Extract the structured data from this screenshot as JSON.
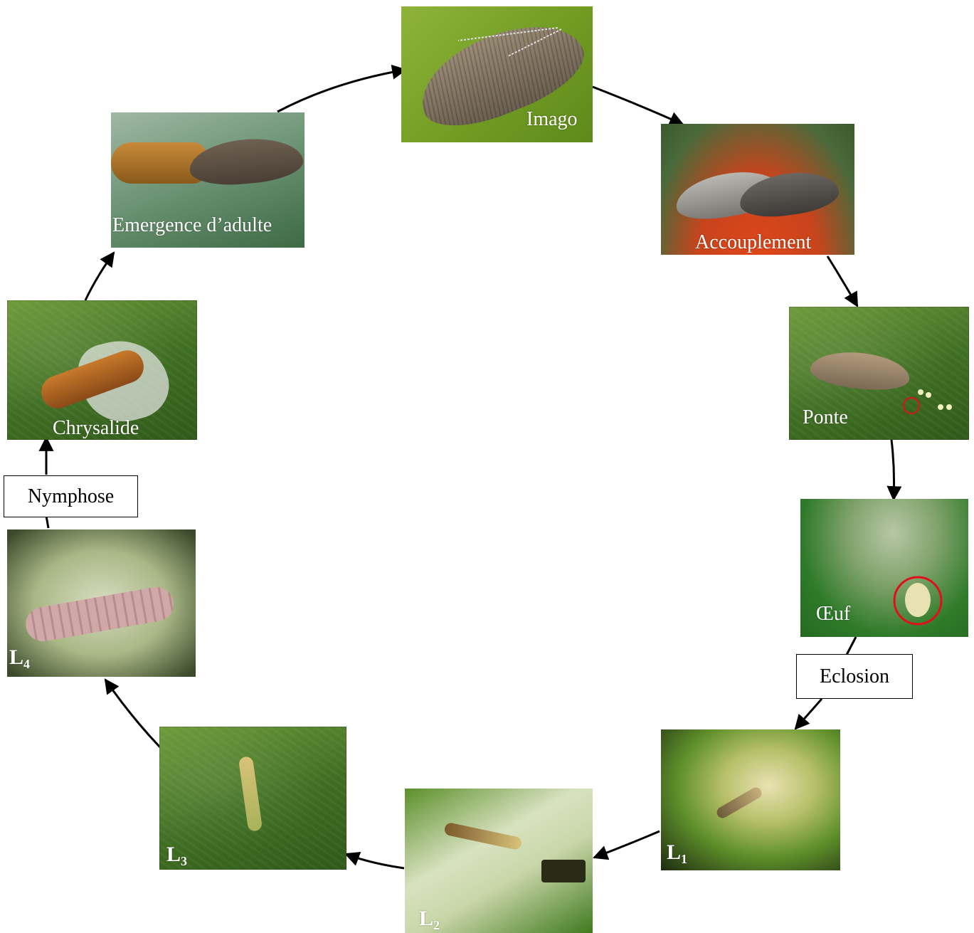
{
  "stages": {
    "imago": "Imago",
    "accouplement": "Accouplement",
    "ponte": "Ponte",
    "oeuf": "Œuf",
    "l1": {
      "main": "L",
      "sub": "1"
    },
    "l2": {
      "main": "L",
      "sub": "2"
    },
    "l3": {
      "main": "L",
      "sub": "3"
    },
    "l4": {
      "main": "L",
      "sub": "4"
    },
    "chrysalide": "Chrysalide",
    "emergence": "Emergence d’adulte"
  },
  "transitions": {
    "eclosion": "Eclosion",
    "nymphose": "Nymphose"
  },
  "colors": {
    "arrow": "#000000",
    "label_text": "#ffffff",
    "egg_marker": "#e0101a"
  },
  "icons": {
    "imago": "moth-icon",
    "accouplement": "mating-moths-icon",
    "ponte": "egg-laying-moth-icon",
    "oeuf": "egg-icon",
    "larva": "larva-icon",
    "chrysalide": "pupa-icon",
    "emergence": "emerging-moth-icon"
  }
}
